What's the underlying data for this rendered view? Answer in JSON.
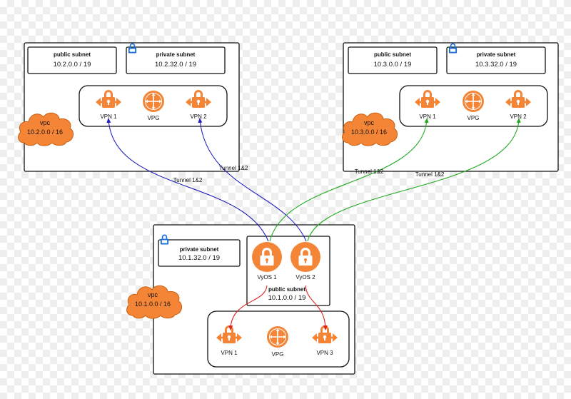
{
  "colors": {
    "aws_orange": "#f58536",
    "tunnel_blue": "#2222bb",
    "tunnel_green": "#22aa22",
    "link_red": "#dd2222",
    "lock_blue": "#1a6fd6"
  },
  "vpc_left": {
    "public_subnet": {
      "title": "public subnet",
      "cidr": "10.2.0.0 / 19"
    },
    "private_subnet": {
      "title": "private subnet",
      "cidr": "10.2.32.0 / 19",
      "icon": "lock-icon"
    },
    "vpn1": "VPN 1",
    "vpg": "VPG",
    "vpn2": "VPN 2",
    "vpc_label": "vpc",
    "vpc_cidr": "10.2.0.0 / 16"
  },
  "vpc_right": {
    "public_subnet": {
      "title": "public subnet",
      "cidr": "10.3.0.0 / 19"
    },
    "private_subnet": {
      "title": "private subnet",
      "cidr": "10.3.32.0 / 19",
      "icon": "lock-icon"
    },
    "vpn1": "VPN 1",
    "vpg": "VPG",
    "vpn2": "VPN 2",
    "vpc_label": "vpc",
    "vpc_cidr": "10.3.0.0 / 16"
  },
  "vpc_bottom": {
    "private_subnet": {
      "title": "private subnet",
      "cidr": "10.1.32.0 / 19",
      "icon": "lock-icon"
    },
    "public_subnet": {
      "title": "public subnet",
      "cidr": "10.1.0.0 / 19"
    },
    "vyos1": "VyOS 1",
    "vyos2": "VyOS 2",
    "vpn1": "VPN 1",
    "vpg": "VPG",
    "vpn3": "VPN 3",
    "vpc_label": "vpc",
    "vpc_cidr": "10.1.0.0 / 16"
  },
  "tunnels": {
    "left_outer": "Tunnel 1&2",
    "left_inner": "Tunnel 1&2",
    "right_inner": "Tunnel 1&2",
    "right_outer": "Tunnel 1&2"
  }
}
